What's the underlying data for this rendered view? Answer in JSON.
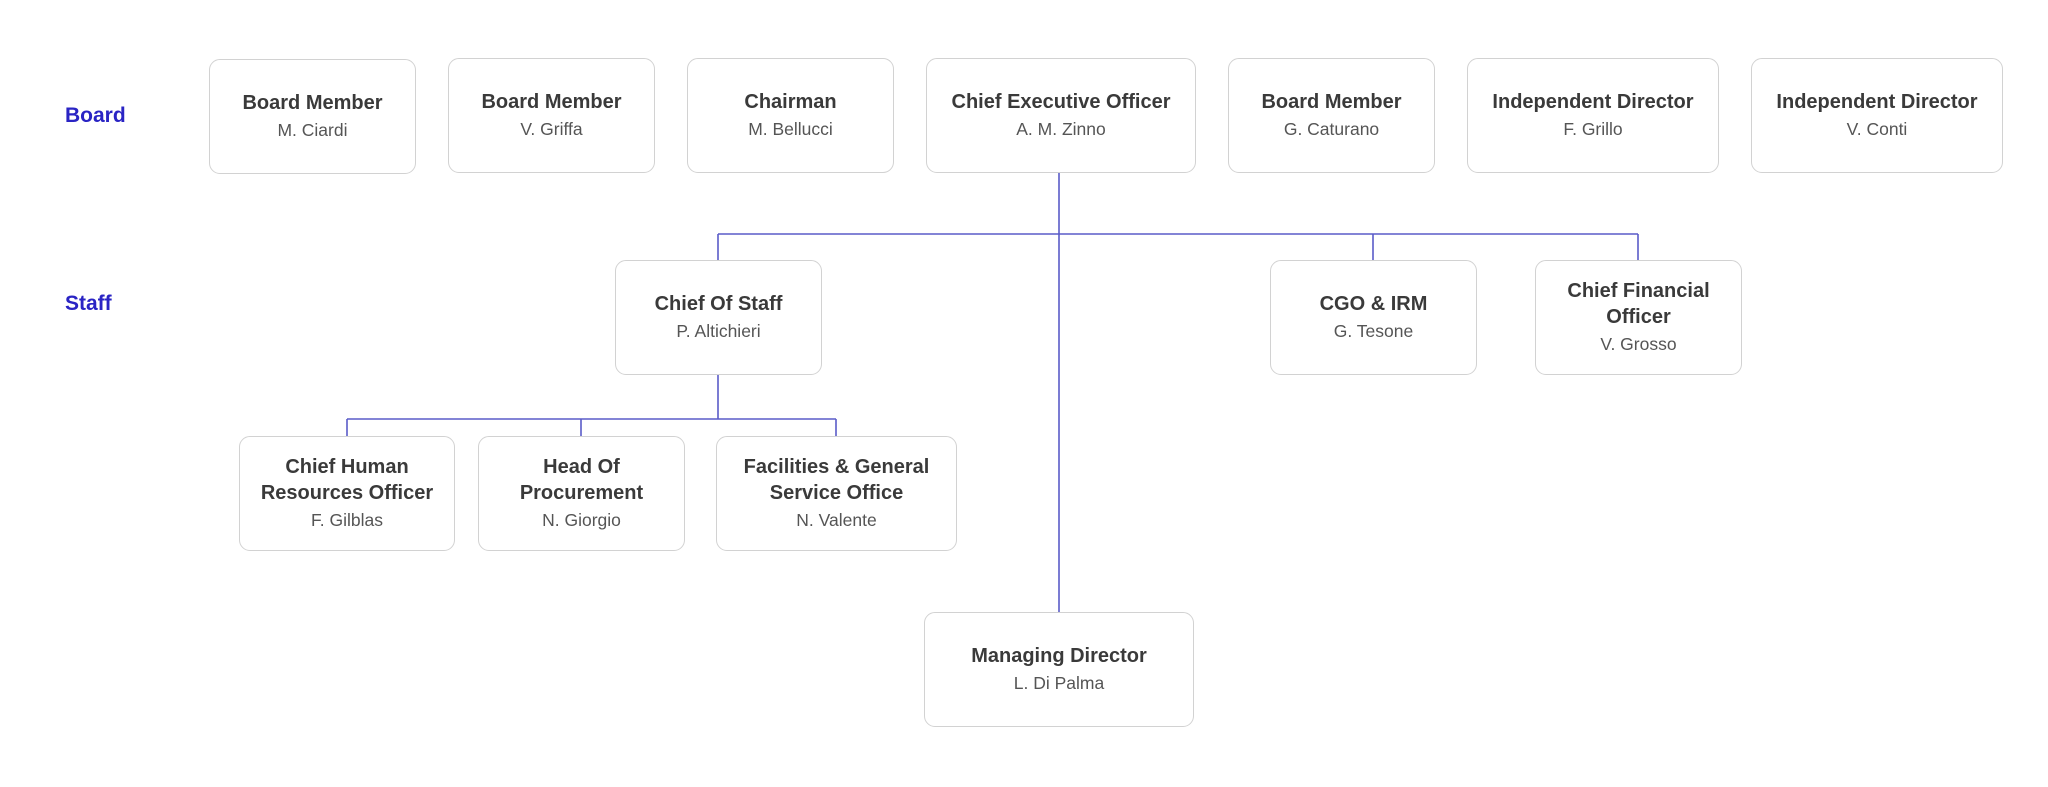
{
  "diagram": {
    "row_labels": {
      "board": "Board",
      "staff": "Staff"
    },
    "colors": {
      "label": "#2a24c4",
      "connector": "#5a5cc8",
      "box_border": "#d2d2d2"
    },
    "board": [
      {
        "role": "Board Member",
        "person": "M. Ciardi"
      },
      {
        "role": "Board Member",
        "person": "V. Griffa"
      },
      {
        "role": "Chairman",
        "person": "M. Bellucci"
      },
      {
        "role": "Chief Executive Officer",
        "person": "A. M. Zinno"
      },
      {
        "role": "Board Member",
        "person": "G. Caturano"
      },
      {
        "role": "Independent Director",
        "person": "F. Grillo"
      },
      {
        "role": "Independent Director",
        "person": "V. Conti"
      }
    ],
    "staff": [
      {
        "role": "Chief Of Staff",
        "person": "P. Altichieri"
      },
      {
        "role": "CGO & IRM",
        "person": "G. Tesone"
      },
      {
        "role": "Chief Financial Officer",
        "person": "V. Grosso"
      }
    ],
    "chief_of_staff_reports": [
      {
        "role": "Chief Human Resources Officer",
        "person": "F. Gilblas"
      },
      {
        "role": "Head Of Procurement",
        "person": "N. Giorgio"
      },
      {
        "role": "Facilities & General Service Office",
        "person": "N. Valente"
      }
    ],
    "managing_director": {
      "role": "Managing Director",
      "person": "L. Di Palma"
    }
  }
}
